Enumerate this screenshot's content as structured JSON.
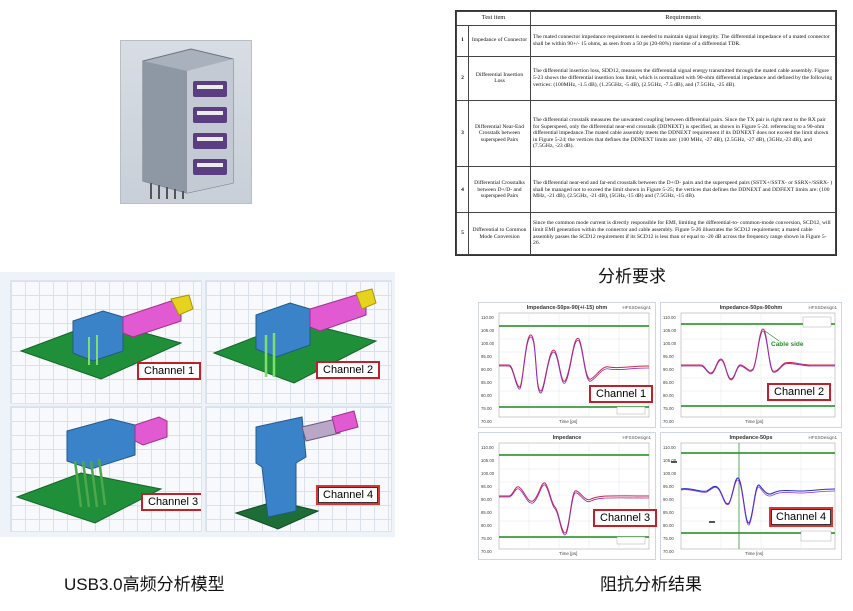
{
  "requirements_table": {
    "headers": [
      "Test item",
      "Requirements"
    ],
    "rows": [
      {
        "num": "1",
        "item": "Impedance of Connector",
        "text": "The mated connector impedance requirement is needed to maintain signal integrity. The differential impedance of a mated connector shall be within 90+/- 15 ohms, as seen from a 50 ps (20-80%) risetime of a differential TDR."
      },
      {
        "num": "2",
        "item": "Differential Insertion Loss",
        "text": "The differential insertion loss, SDD12, measures the differential signal energy transmitted through the mated cable assembly. Figure 5-23 shows the differential insertion loss limit, which is normalized with 90-ohm differential impedance and defined by the following vertices: (100MHz, -1.5 dB), (1.25GHz, -5 dB), (2.5GHz, -7.5 dB), and (7.5GHz, -25 dB)."
      },
      {
        "num": "3",
        "item": "Differential Near-End Crosstalk between superspeed Pairs",
        "text": "The differential crosstalk measures the unwanted coupling between differential pairs. Since the TX pair is right next to the RX pair for Superspeed, only the differential near-end crosstalk (DDNEXT) is specified, as shown in Figure 5-24. referencing to a 90-ohm differential impedance.The mated cable assembly meets the DDNEXT requirement if its DDNEXT does not exceed the limit shown in Figure 5-24; the vertices that defines the DDNEXT limits are: (100 MHz, -27 dB), (2.5GHz, -27 dB), (3GHz,-23 dB), and (7.5GHz, -23 dB)."
      },
      {
        "num": "4",
        "item": "Differential Crosstalks between D+/D- and superspeed Pairs",
        "text": "The differential near-end and far-end crosstalk between the D+/D- pairs and the superspeed pairs (SSTX+/SSTX- or SSRX+/SSRX- ) shall be managed not to exceed the limit shown in Figure 5-25; the vertices that defines the DDNEXT and DDFEXT limits are: (100 MHz, -21 dB), (2.5GHz, -21 dB), (5GHz,-15 dB) and (7.5GHz, -15 dB)."
      },
      {
        "num": "5",
        "item": "Differential to Common Mode Conversion",
        "text": "Since the common mode current is directly responsible for EMI, limiting the differential-to- common-mode conversion, SCD12, will limit EMI generation within the connector and cable assembly. Figure 5-26 illustrates the SCD12 requirement; a mated cable assembly passes the SCD12 requirement if its SCD12 is less than or equal to -20 dB across the frequency range shown in Figure 5-26."
      }
    ]
  },
  "captions": {
    "requirements": "分析要求",
    "model": "USB3.0高频分析模型",
    "results": "阻抗分析结果"
  },
  "model_labels": [
    "Channel 1",
    "Channel 2",
    "Channel 3",
    "Channel 4"
  ],
  "plots": [
    {
      "title": "Impedance-50ps-90(+/-15) ohm",
      "corner": "HFSSDesign1",
      "label": "Channel 1",
      "yticks": [
        "110.00",
        "105.00",
        "100.00",
        "95.00",
        "90.00",
        "85.00",
        "80.00",
        "75.00",
        "70.00"
      ],
      "xlabel": "Time [ps]"
    },
    {
      "title": "Impedance-50ps-90ohm",
      "corner": "HFSSDesign1",
      "label": "Channel 2",
      "annotation": "Cable side",
      "yticks": [
        "110.00",
        "105.00",
        "100.00",
        "95.00",
        "90.00",
        "85.00",
        "80.00",
        "75.00",
        "70.00"
      ],
      "xlabel": "Time [ps]"
    },
    {
      "title": "Impedance",
      "corner": "HFSSDesign1",
      "label": "Channel 3",
      "yticks": [
        "110.00",
        "105.00",
        "100.00",
        "95.00",
        "90.00",
        "85.00",
        "80.00",
        "75.00",
        "70.00"
      ],
      "xlabel": "Time [ps]"
    },
    {
      "title": "Impedance-50ps",
      "corner": "HFSSDesign1",
      "label": "Channel 4",
      "tag1": "",
      "tag2": "",
      "yticks": [
        "110.00",
        "105.00",
        "100.00",
        "95.00",
        "90.00",
        "85.00",
        "80.00",
        "75.00",
        "70.00"
      ],
      "xlabel": "Time [ns]"
    }
  ],
  "colors": {
    "limit": "#1a8a1a",
    "trace_red": "#cc2a4a",
    "trace_purple": "#8a2ac2",
    "trace_blue": "#2233cc",
    "label_border": "#c0202a"
  }
}
